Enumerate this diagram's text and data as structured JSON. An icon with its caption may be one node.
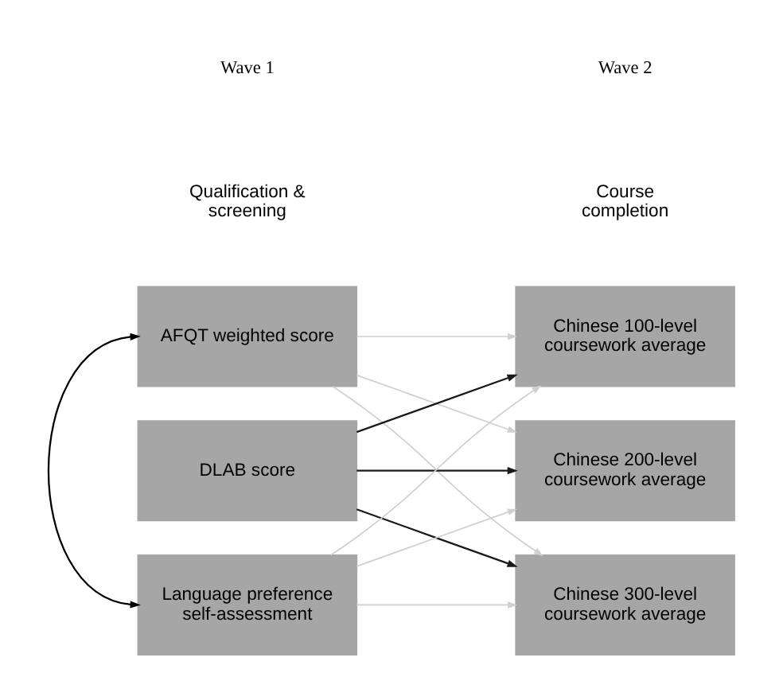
{
  "diagram": {
    "nodes": [
      {
        "text": [
          "AFQT weighted score"
        ]
      },
      {
        "text": [
          "DLAB score"
        ]
      },
      {
        "text": [
          "Language preference self-assessment"
        ]
      },
      {
        "text": [
          "Chinese 100-level coursework average"
        ]
      },
      {
        "text": [
          "Chinese 200-level coursework average"
        ]
      },
      {
        "text": [
          "Chinese 300-level coursework average"
        ]
      }
    ],
    "edges": [
      {
        "from": 0,
        "to": 2,
        "arrow": "both",
        "color": "#000000"
      },
      {
        "from": 0,
        "to": 3,
        "arrow": "to"
      },
      {
        "from": 0,
        "to": 4,
        "arrow": "to"
      },
      {
        "from": 0,
        "to": 5,
        "arrow": "to"
      },
      {
        "from": 1,
        "to": 3,
        "arrow": "to",
        "color": "#1a1a1a"
      },
      {
        "from": 1,
        "to": 4,
        "arrow": "to",
        "color": "#1a1a1a"
      },
      {
        "from": 1,
        "to": 5,
        "arrow": "to",
        "color": "#1a1a1a"
      },
      {
        "from": 2,
        "to": 3,
        "arrow": "to"
      },
      {
        "from": 2,
        "to": 4,
        "arrow": "to"
      },
      {
        "from": 2,
        "to": 5,
        "arrow": "to"
      }
    ],
    "labels": [
      "Wave 1",
      "Qualification & screening",
      "Wave 2",
      "Course completion"
    ]
  }
}
